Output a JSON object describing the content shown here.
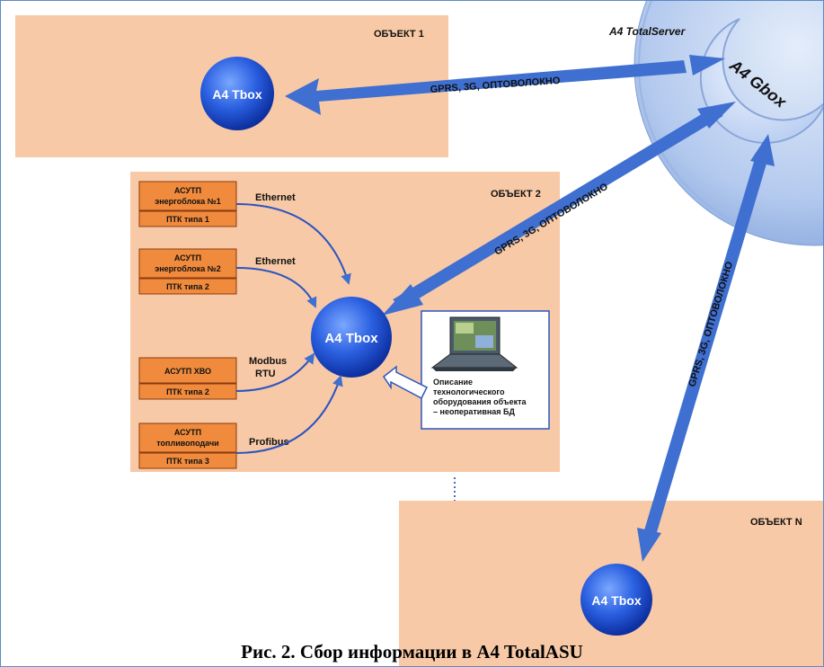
{
  "objects": {
    "obj1": "ОБЪЕКТ 1",
    "obj2": "ОБЪЕКТ 2",
    "objN": "ОБЪЕКТ N"
  },
  "server": {
    "label": "A4 TotalServer",
    "gbox": "A4 Gbox"
  },
  "tbox": {
    "label": "A4 Tbox"
  },
  "links": {
    "link1": "GPRS, 3G, ОПТОВОЛОКНО",
    "link2": "GPRS, 3G, ОПТОВОЛОКНО",
    "linkN": "GPRS, 3G, ОПТОВОЛОКНО"
  },
  "systems": [
    {
      "title_line1": "АСУТП",
      "title_line2": "энергоблока №1",
      "ptk": "ПТК типа 1",
      "protocol_line1": "Ethernet",
      "protocol_line2": ""
    },
    {
      "title_line1": "АСУТП",
      "title_line2": "энергоблока №2",
      "ptk": "ПТК типа 2",
      "protocol_line1": "Ethernet",
      "protocol_line2": ""
    },
    {
      "title_line1": "АСУТП ХВО",
      "title_line2": "",
      "ptk": "ПТК типа 2",
      "protocol_line1": "Modbus",
      "protocol_line2": "RTU"
    },
    {
      "title_line1": "АСУТП",
      "title_line2": "топливоподачи",
      "ptk": "ПТК типа 3",
      "protocol_line1": "Profibus",
      "protocol_line2": ""
    }
  ],
  "database": {
    "line1": "Описание",
    "line2": "технологического",
    "line3": "оборудования объекта",
    "line4": "– неоперативная БД"
  },
  "caption": "Рис. 2. Сбор информации в A4 TotalASU",
  "colors": {
    "object_fill": "#f8c9a6",
    "system_box": "#f08a3c",
    "arrow": "#3f6fd0",
    "tbox": "#1a4fd0",
    "server_ring": "#a9c3ec"
  }
}
